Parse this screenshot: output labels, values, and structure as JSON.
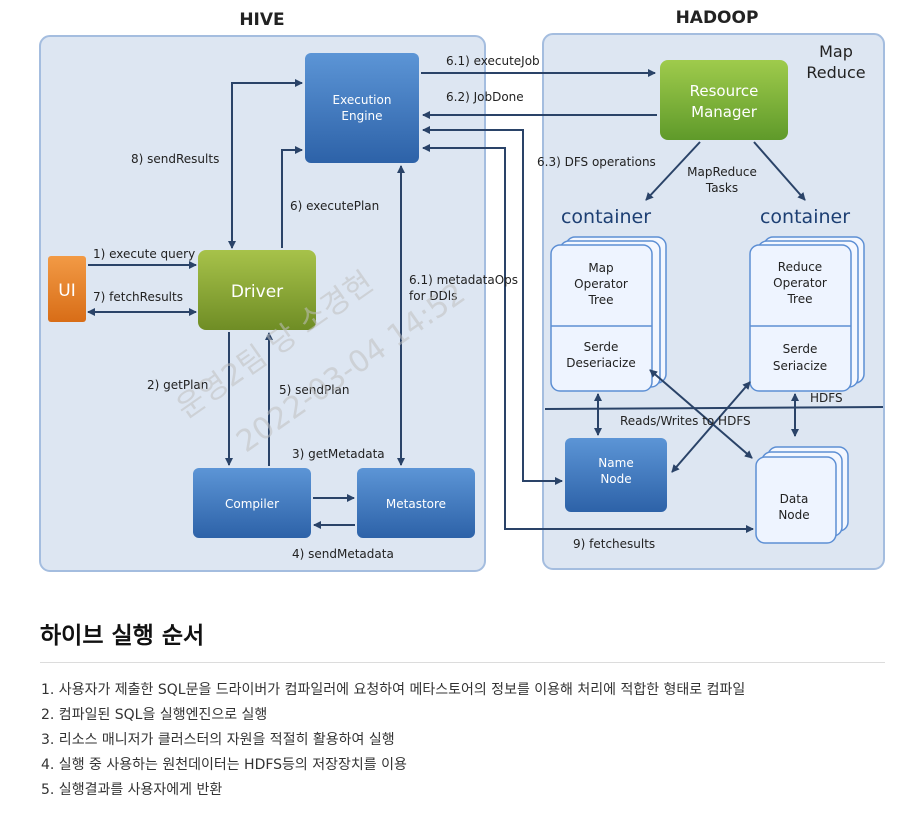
{
  "diagram": {
    "hive_title": "HIVE",
    "hadoop_title": "HADOOP",
    "mapreduce_label_1": "Map",
    "mapreduce_label_2": "Reduce",
    "nodes": {
      "ui": "UI",
      "driver": "Driver",
      "compiler": "Compiler",
      "metastore": "Metastore",
      "execution_engine_1": "Execution",
      "execution_engine_2": "Engine",
      "resource_manager_1": "Resource",
      "resource_manager_2": "Manager",
      "name_node_1": "Name",
      "name_node_2": "Node",
      "data_node_1": "Data",
      "data_node_2": "Node"
    },
    "containers": {
      "left_title": "container",
      "right_title": "container",
      "left_top": [
        "Map",
        "Operator",
        "Tree"
      ],
      "left_bottom": [
        "Serde",
        "Deseriacize"
      ],
      "right_top": [
        "Reduce",
        "Operator",
        "Tree"
      ],
      "right_bottom": [
        "Serde",
        "Seriacize"
      ]
    },
    "edges": {
      "execute_query": "1) execute query",
      "fetch_results": "7) fetchResults",
      "get_plan": "2) getPlan",
      "send_plan": "5) sendPlan",
      "get_metadata": "3) getMetadata",
      "send_metadata": "4) sendMetadata",
      "execute_plan": "6) executePlan",
      "send_results": "8) sendResults",
      "execute_job": "6.1) executeJob",
      "job_done": "6.2) JobDone",
      "dfs_operations": "6.3) DFS operations",
      "metadata_ops_1": "6.1)  metadataOps",
      "metadata_ops_2": "for DDls",
      "mapreduce_tasks_1": "MapReduce",
      "mapreduce_tasks_2": "Tasks",
      "read_writes": "Reads/Writes to HDFS",
      "hdfs": "HDFS",
      "fetch_results_9": "9) fetchesults"
    },
    "watermark": {
      "line1": "운영2팀 당 소경현",
      "line2": "2022-03-04 14:52"
    },
    "colors": {
      "blue_box": "#3a78c3",
      "green_box": "#7ba33a",
      "orange_box": "#e8832a",
      "panel_fill": "#dde6f2",
      "panel_border": "#a4bddf",
      "arrow": "#2a4368"
    }
  },
  "article": {
    "title": "하이브 실행 순서",
    "steps": [
      "1. 사용자가 제출한 SQL문을 드라이버가 컴파일러에 요청하여 메타스토어의 정보를 이용해 처리에 적합한 형태로 컴파일",
      "2. 컴파일된 SQL을 실행엔진으로 실행",
      "3. 리소스 매니저가 클러스터의 자원을 적절히 활용하여 실행",
      "4. 실행 중 사용하는 원천데이터는 HDFS등의 저장장치를 이용",
      "5. 실행결과를 사용자에게 반환"
    ]
  }
}
